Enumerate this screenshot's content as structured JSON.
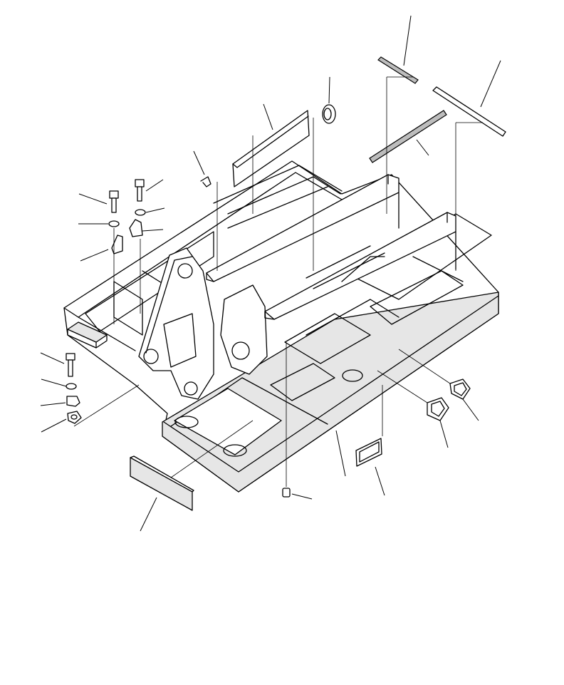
{
  "diagram": {
    "kind": "exploded-parts-view",
    "line_color": "#000000",
    "background": "#ffffff",
    "parts": [
      {
        "id": "part-strip-top-small",
        "icon": "rubber-strip"
      },
      {
        "id": "part-strip-top-long",
        "icon": "rubber-strip"
      },
      {
        "id": "part-strip-diagonal",
        "icon": "seal-strip"
      },
      {
        "id": "part-grommet-top",
        "icon": "grommet"
      },
      {
        "id": "part-cover-plate-top",
        "icon": "cover-plate"
      },
      {
        "id": "part-clip",
        "icon": "clip"
      },
      {
        "id": "part-bolt-upper-left",
        "icon": "bolt"
      },
      {
        "id": "part-bolt-upper-right",
        "icon": "bolt"
      },
      {
        "id": "part-washer-left",
        "icon": "washer"
      },
      {
        "id": "part-washer-right",
        "icon": "washer"
      },
      {
        "id": "part-bracket-left",
        "icon": "bracket"
      },
      {
        "id": "part-bracket-right",
        "icon": "bracket"
      },
      {
        "id": "part-bolt-lower",
        "icon": "bolt"
      },
      {
        "id": "part-washer-lower",
        "icon": "washer"
      },
      {
        "id": "part-cap-lower",
        "icon": "cap"
      },
      {
        "id": "part-plate-lower",
        "icon": "plate"
      },
      {
        "id": "part-cover-plate-bottom",
        "icon": "cover-plate"
      },
      {
        "id": "part-plug",
        "icon": "plug"
      },
      {
        "id": "part-pad",
        "icon": "pad"
      },
      {
        "id": "part-grommet-right-a",
        "icon": "grommet"
      },
      {
        "id": "part-grommet-right-b",
        "icon": "grommet"
      },
      {
        "id": "main-revolving-frame",
        "icon": "frame"
      }
    ]
  }
}
